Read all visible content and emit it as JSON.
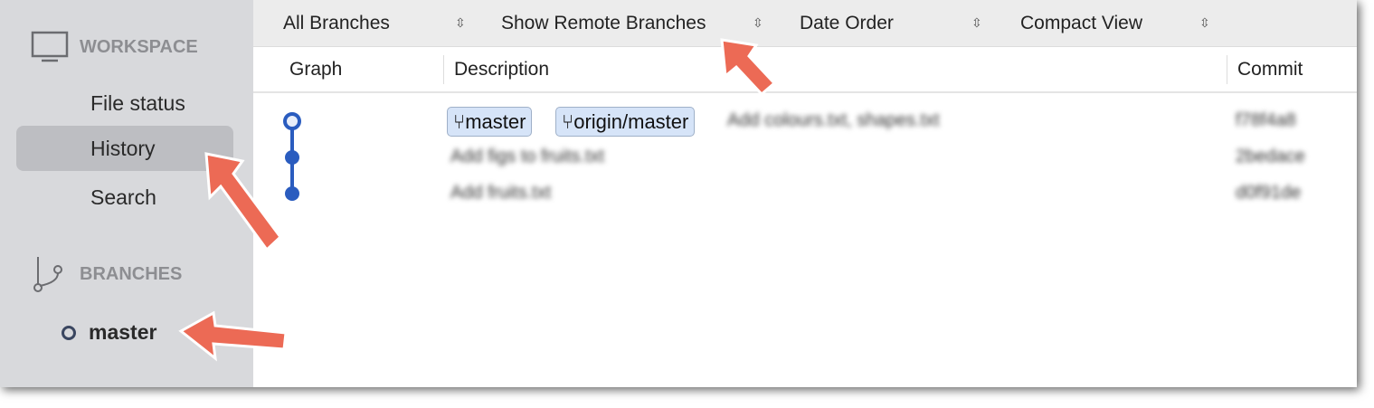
{
  "sidebar": {
    "workspace": "WORKSPACE",
    "items": [
      {
        "label": "File status"
      },
      {
        "label": "History"
      },
      {
        "label": "Search"
      }
    ],
    "branches": "BRANCHES",
    "branch_items": [
      {
        "label": "master"
      }
    ]
  },
  "toolbar": {
    "branches": "All Branches",
    "remote": "Show Remote Branches",
    "order": "Date Order",
    "view": "Compact View"
  },
  "columns": {
    "graph": "Graph",
    "description": "Description",
    "commit": "Commit"
  },
  "tags": [
    "master",
    "origin/master"
  ],
  "commits": [
    {
      "desc": "Add colours.txt, shapes.txt",
      "hash": "f78f4a8"
    },
    {
      "desc": "Add figs to fruits.txt",
      "hash": "2bedace"
    },
    {
      "desc": "Add fruits.txt",
      "hash": "d0f91de"
    }
  ],
  "colors": {
    "accent": "#2a5cbf",
    "arrow": "#ec6a55"
  }
}
